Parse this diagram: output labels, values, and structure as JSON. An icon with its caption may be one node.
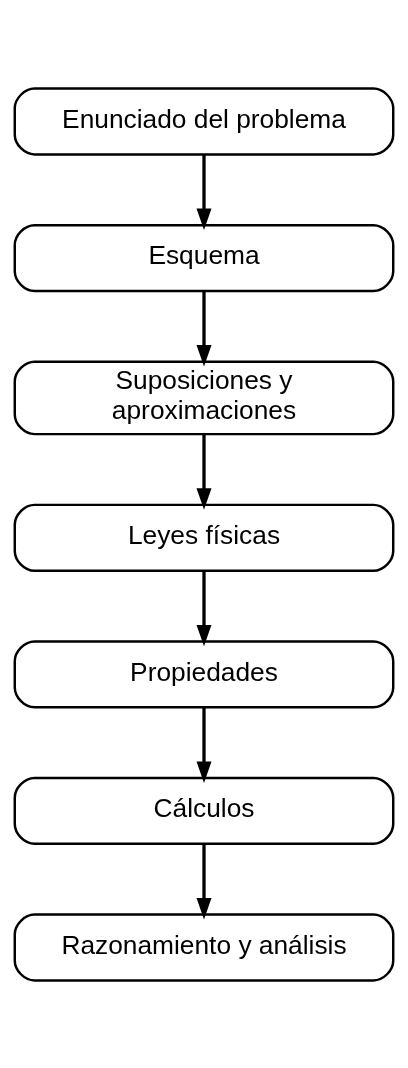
{
  "diagram": {
    "nodes": [
      {
        "text": [
          "Enunciado del problema"
        ]
      },
      {
        "text": [
          "Esquema"
        ]
      },
      {
        "text": [
          "Suposiciones y aproximaciones"
        ]
      },
      {
        "text": [
          "Leyes físicas"
        ]
      },
      {
        "text": [
          "Propiedades"
        ]
      },
      {
        "text": [
          "Cálculos"
        ]
      },
      {
        "text": [
          "Razonamiento y análisis"
        ]
      }
    ],
    "edges": [
      {
        "from": 0,
        "to": 1,
        "arrow": "to"
      },
      {
        "from": 1,
        "to": 2,
        "arrow": "to"
      },
      {
        "from": 2,
        "to": 3,
        "arrow": "to"
      },
      {
        "from": 3,
        "to": 4,
        "arrow": "to"
      },
      {
        "from": 4,
        "to": 5,
        "arrow": "to"
      },
      {
        "from": 5,
        "to": 6,
        "arrow": "to"
      }
    ]
  }
}
